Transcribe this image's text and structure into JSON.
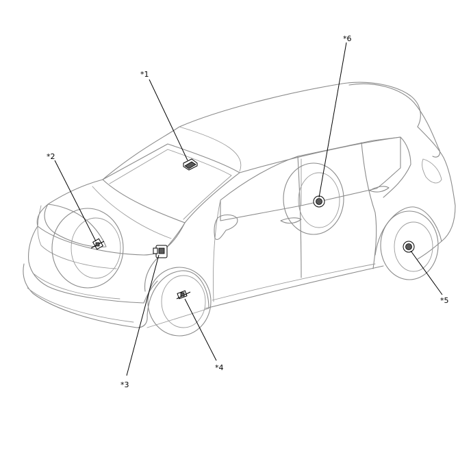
{
  "callouts": [
    {
      "id": "c1",
      "label": "*1"
    },
    {
      "id": "c2",
      "label": "*2"
    },
    {
      "id": "c3",
      "label": "*3"
    },
    {
      "id": "c4",
      "label": "*4"
    },
    {
      "id": "c5",
      "label": "*5"
    },
    {
      "id": "c6",
      "label": "*6"
    }
  ]
}
